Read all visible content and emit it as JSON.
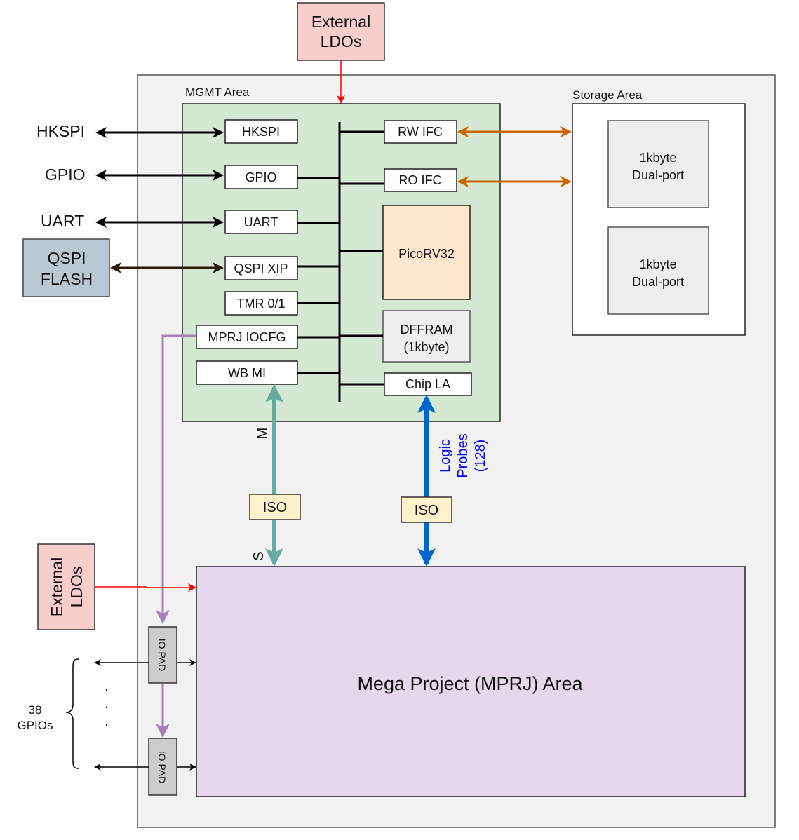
{
  "external_ldos_top": {
    "line1": "External",
    "line2": "LDOs"
  },
  "external_ldos_left": {
    "line1": "External",
    "line2": "LDOs"
  },
  "mgmt_area": {
    "title": "MGMT Area",
    "hkspi": "HKSPI",
    "gpio": "GPIO",
    "uart": "UART",
    "qspi_xip": "QSPI XIP",
    "tmr": "TMR 0/1",
    "mprj_iocfg": "MPRJ IOCFG",
    "wb_mi": "WB MI",
    "rw_ifc": "RW IFC",
    "ro_ifc": "RO IFC",
    "picorv32": "PicoRV32",
    "dffram": {
      "line1": "DFFRAM",
      "line2": "(1kbyte)"
    },
    "chip_la": "Chip LA"
  },
  "storage_area": {
    "title": "Storage Area",
    "block1": {
      "line1": "1kbyte",
      "line2": "Dual-port"
    },
    "block2": {
      "line1": "1kbyte",
      "line2": "Dual-port"
    }
  },
  "external_signals": {
    "hkspi": "HKSPI",
    "gpio": "GPIO",
    "uart": "UART",
    "qspi_flash": {
      "line1": "QSPI",
      "line2": "FLASH"
    }
  },
  "iso_left": "ISO",
  "iso_right": "ISO",
  "m_label": "M",
  "s_label": "S",
  "logic_probes": {
    "line1": "Logic",
    "line2": "Probes",
    "line3": "(128)"
  },
  "mprj_area": {
    "title": "Mega Project (MPRJ) Area"
  },
  "io_pad_1": "IO PAD",
  "io_pad_2": "IO PAD",
  "gpio_count": {
    "line1": "38",
    "line2": "GPIOs"
  },
  "ellipsis": [
    "·",
    "·",
    "·"
  ],
  "colors": {
    "outer_bg": "#f2f2f2",
    "mgmt_fill": "#d5e8d4",
    "ldo_fill": "#f8cecc",
    "qspi_fill": "#bac8d3",
    "pico_fill": "#ffe6cc",
    "dffram_fill": "#eeeeee",
    "iso_fill": "#fff2cc",
    "mprj_fill": "#e6d8ec",
    "pad_fill": "#cccccc",
    "teal": "#67ab9f",
    "blue": "#0066cc",
    "orange": "#cc6600",
    "purple": "#a680b8",
    "red": "#ff0000",
    "probe_text": "#0000ff"
  }
}
